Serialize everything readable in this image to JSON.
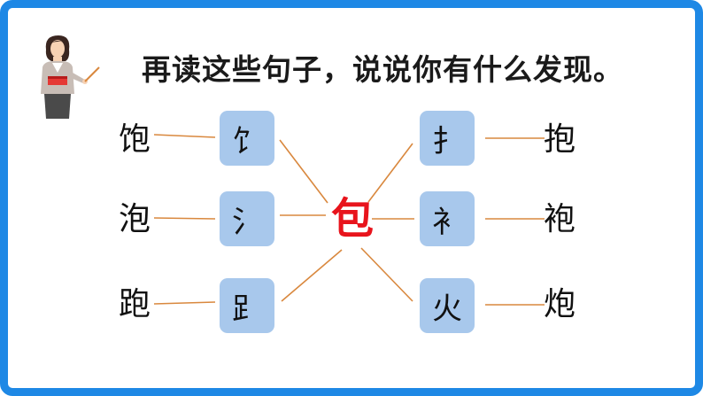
{
  "title": "再读这些句子，说说你有什么发现。",
  "center": "包",
  "left": [
    {
      "char": "饱",
      "radical": "饣"
    },
    {
      "char": "泡",
      "radical": "氵"
    },
    {
      "char": "跑",
      "radical": "⻊"
    }
  ],
  "right": [
    {
      "char": "抱",
      "radical": "扌"
    },
    {
      "char": "袍",
      "radical": "衤"
    },
    {
      "char": "炮",
      "radical": "火"
    }
  ],
  "colors": {
    "border": "#1e88e5",
    "tile": "#a8c8ec",
    "line": "#d9883e",
    "center": "#e8141c"
  }
}
